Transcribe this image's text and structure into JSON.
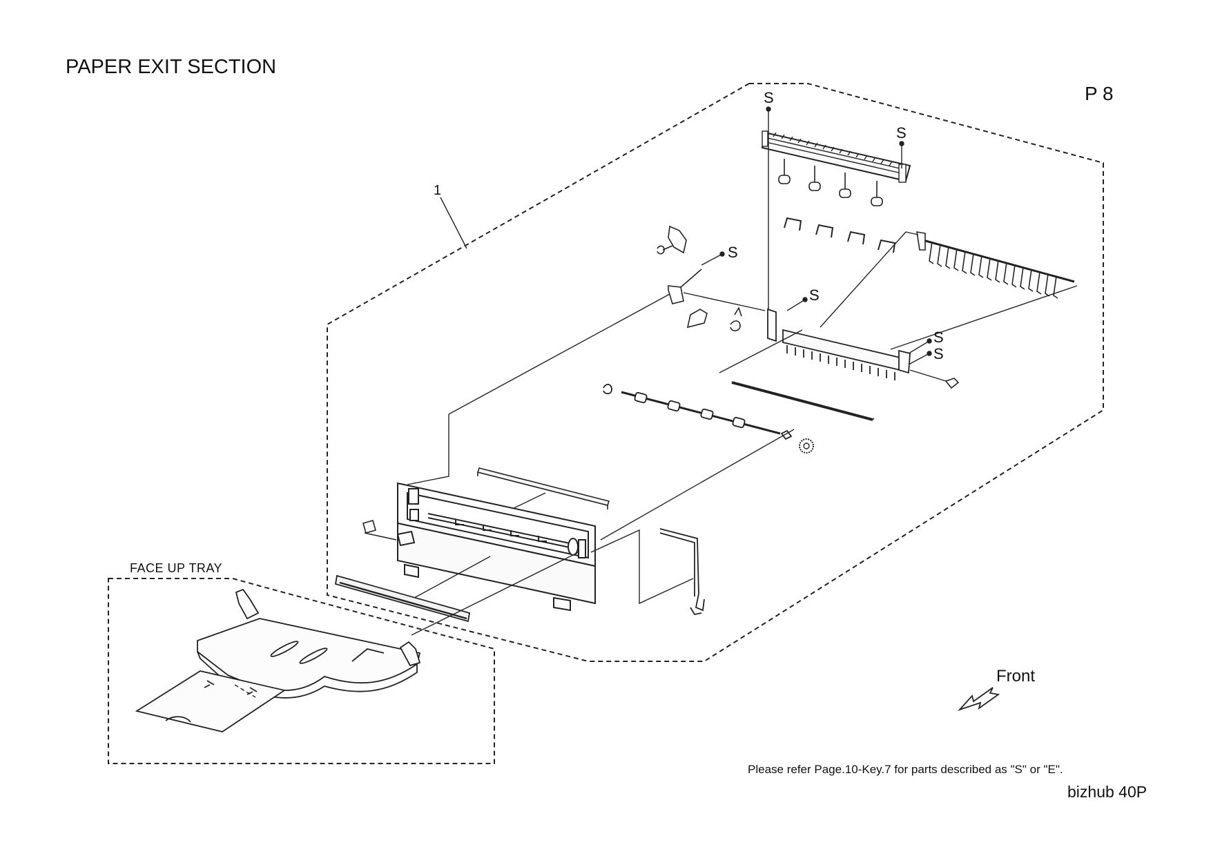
{
  "header": {
    "title": "PAPER EXIT SECTION",
    "page_number": "P 8"
  },
  "diagram": {
    "assembly_number": "1",
    "screw_label": "S",
    "face_up_tray_label": "FACE UP TRAY",
    "front_label": "Front"
  },
  "footer": {
    "note": "Please refer Page.10-Key.7 for parts described as \"S\" or \"E\".",
    "model": "bizhub 40P"
  }
}
